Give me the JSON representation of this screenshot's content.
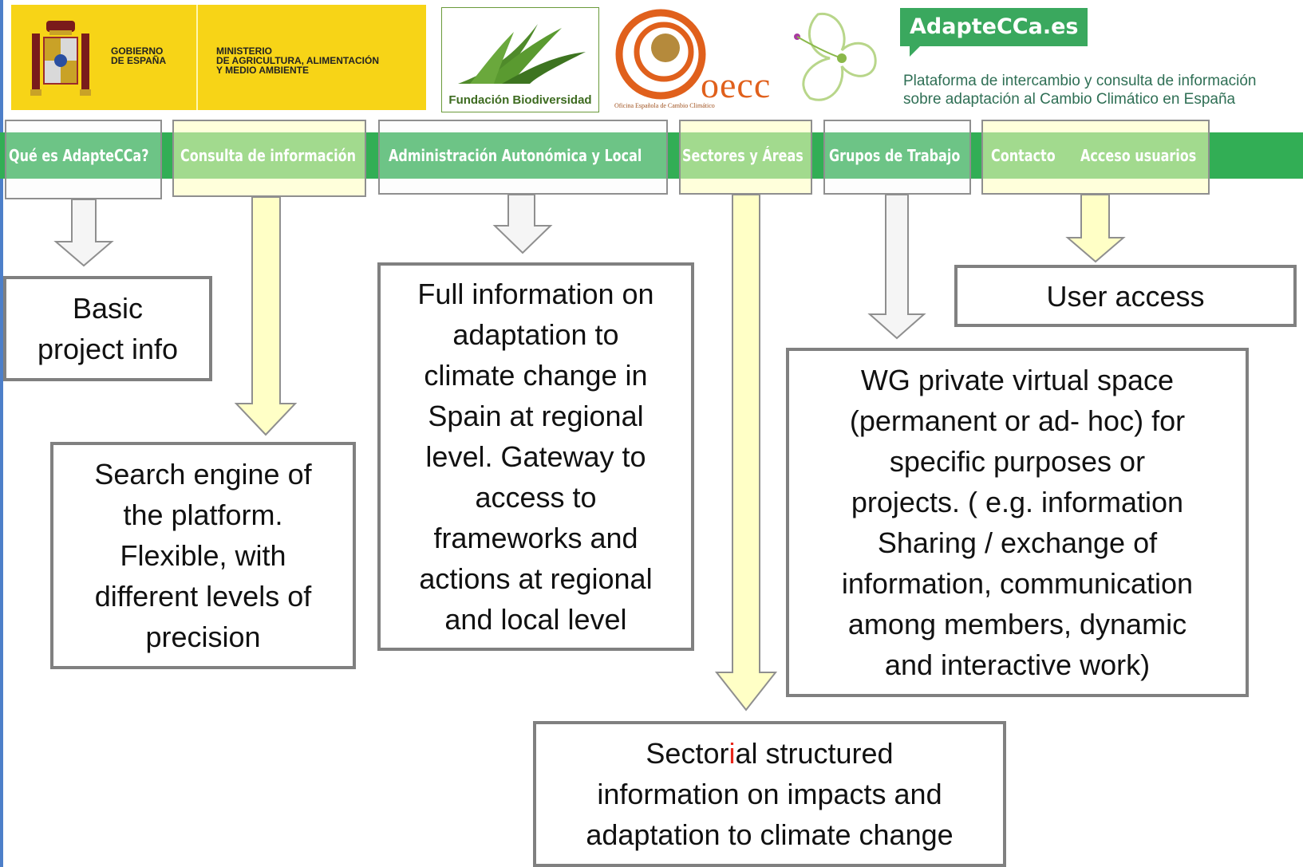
{
  "header": {
    "government": {
      "line1": "GOBIERNO\nDE ESPAÑA",
      "line2": "MINISTERIO\nDE AGRICULTURA, ALIMENTACIÓN\nY MEDIO AMBIENTE"
    },
    "fundacion_label": "Fundación Biodiversidad",
    "oecc_word": "oecc",
    "oecc_sub": "Oficina Española de Cambio Climático",
    "adaptecca_badge": "AdapteCCa.es",
    "adaptecca_desc": "Plataforma de intercambio y consulta de información\nsobre adaptación al Cambio Climático en España"
  },
  "nav": {
    "items": [
      {
        "label": "Qué es AdapteCCa?"
      },
      {
        "label": "Consulta de información"
      },
      {
        "label": "Administración Autonómica y Local"
      },
      {
        "label": "Sectores y Áreas"
      },
      {
        "label": "Grupos de Trabajo"
      },
      {
        "label": "Contacto"
      },
      {
        "label": "Acceso usuarios"
      }
    ]
  },
  "boxes": {
    "basic": "Basic\nproject info",
    "search": "Search engine of\nthe platform.\nFlexible, with\ndifferent levels of\nprecision",
    "full": "Full information on\nadaptation to\nclimate change in\nSpain at regional\nlevel. Gateway to\naccess to\nframeworks and\nactions at regional\nand local level",
    "user": "User access",
    "wg": "WG private virtual space\n(permanent or ad- hoc) for\nspecific purposes or\nprojects. ( e.g. information\nSharing / exchange of\ninformation, communication\namong members, dynamic\nand interactive work)",
    "sectorial_pre": "Sector",
    "sectorial_hl": "i",
    "sectorial_post": "al structured\ninformation on impacts and\nadaptation to climate change"
  },
  "colors": {
    "nav_green": "#32ae55",
    "gov_yellow": "#f7d417",
    "oecc_orange": "#e0601c",
    "highlight_red": "#e8261b",
    "arrow_yellow_fill": "#ffffc6",
    "arrow_white_fill": "#f5f5f5",
    "border_grey": "#808080"
  }
}
